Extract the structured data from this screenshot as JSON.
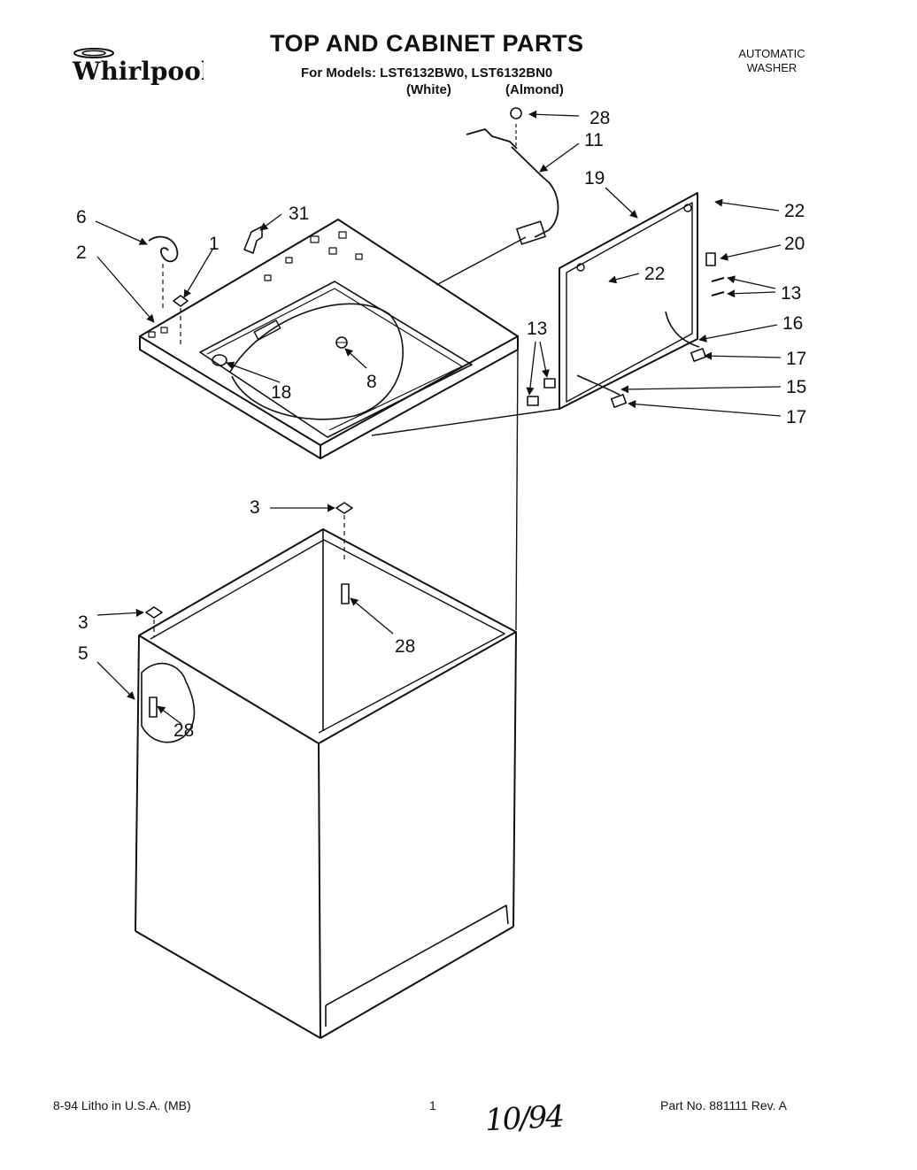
{
  "brand": "Whirlpool",
  "header": {
    "title": "TOP AND CABINET PARTS",
    "models_line": "For Models: LST6132BW0, LST6132BN0",
    "variants": [
      "(White)",
      "(Almond)"
    ],
    "product_type": [
      "AUTOMATIC",
      "WASHER"
    ]
  },
  "callouts": {
    "c28_top": "28",
    "c11": "11",
    "c19": "19",
    "c22_top": "22",
    "c20": "20",
    "c22_mid": "22",
    "c13_right": "13",
    "c16": "16",
    "c17_upper": "17",
    "c13_left": "13",
    "c15": "15",
    "c17_lower": "17",
    "c6": "6",
    "c31": "31",
    "c2": "2",
    "c1": "1",
    "c18": "18",
    "c8": "8",
    "c3_upper": "3",
    "c28_mid": "28",
    "c3_lower": "3",
    "c5": "5",
    "c28_lower": "28"
  },
  "footer": {
    "litho": "8-94 Litho in U.S.A. (MB)",
    "page": "1",
    "handwritten_date": "10/94",
    "part_no": "Part No. 881111 Rev. A"
  }
}
